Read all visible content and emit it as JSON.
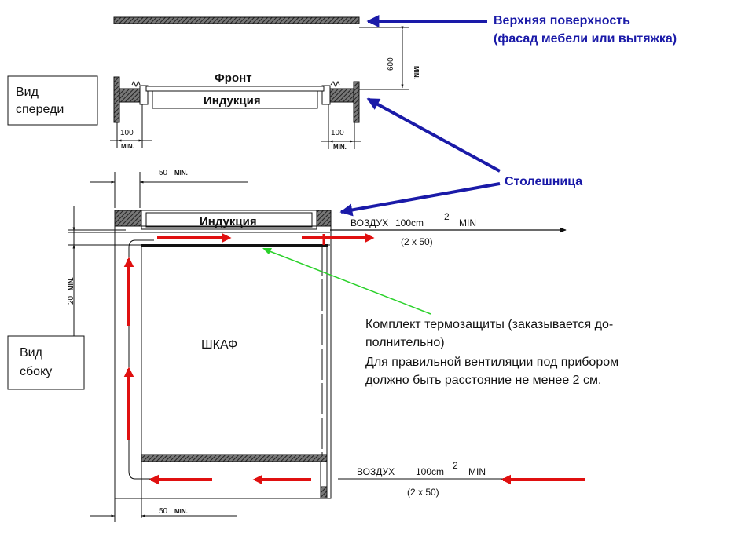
{
  "labels": {
    "top_surface_line1": "Верхняя поверхность",
    "top_surface_line2": "(фасад мебели или вытяжка)",
    "front": "Фронт",
    "induction": "Индукция",
    "countertop": "Столешница",
    "cabinet": "ШКАФ",
    "view_front_line1": "Вид",
    "view_front_line2": "спереди",
    "view_side_line1": "Вид",
    "view_side_line2": "сбоку",
    "note_line1": "Комплект термозащиты (заказывается до-",
    "note_line2": "полнительно)",
    "note_line3": "Для правильной вентиляции под прибором",
    "note_line4": "должно быть расстояние не менее 2 см."
  },
  "dimensions": {
    "height_600": "600",
    "left_100": "100",
    "right_100": "100",
    "top_50": "50",
    "bottom_50": "50",
    "gap_20": "20",
    "min": "MIN."
  },
  "air": {
    "top_label": "ВОЗДУХ",
    "top_area": "100cm",
    "top_sup": "2",
    "top_min": "MIN",
    "top_split": "(2 x 50)",
    "bottom_label": "ВОЗДУХ",
    "bottom_area": "100cm",
    "bottom_sup": "2",
    "bottom_min": "MIN",
    "bottom_split": "(2 x 50)"
  },
  "colors": {
    "callout_arrow": "#1a1aa8",
    "airflow_arrow": "#e01010",
    "pointer_line": "#2ad12a",
    "hatch": "#444444"
  }
}
